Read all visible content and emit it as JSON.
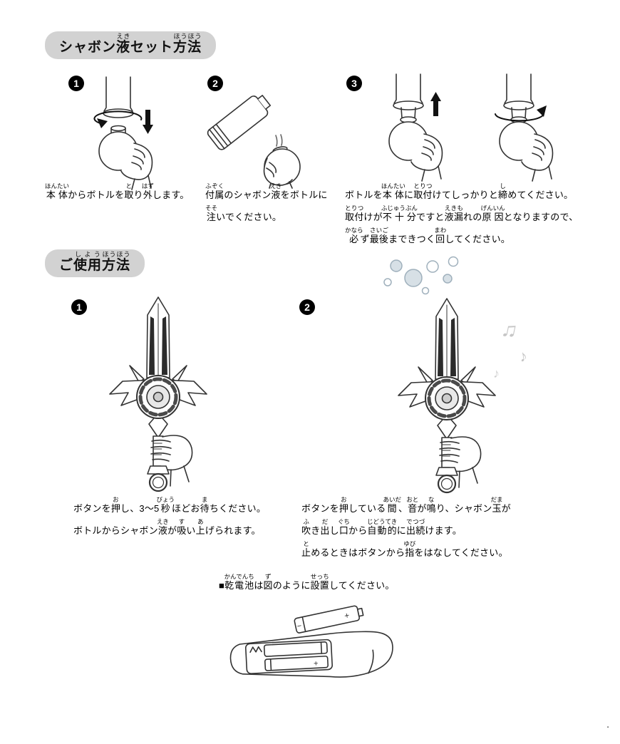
{
  "page": {
    "footer_dot": ".",
    "colors": {
      "badge_bg": "#d2d2d2",
      "line_art": "#333333",
      "solid_black": "#111111",
      "bubble_gray": "#9fb0bc",
      "music_note_gray": "#c6c6c6"
    }
  },
  "icons": {
    "music_note": "♪",
    "music_double_note": "♫"
  },
  "battery_labels": {
    "plus": "+",
    "minus": "−"
  },
  "section_setup": {
    "title": [
      [
        {
          "t": "シャボン"
        },
        {
          "t": "液",
          "r": "えき"
        },
        {
          "t": "セット"
        },
        {
          "t": "方法",
          "r": "ほうほう"
        }
      ]
    ],
    "steps": [
      {
        "number": "1",
        "caption": [
          [
            {
              "t": "本体",
              "r": "ほんたい"
            },
            {
              "t": "からボトルを"
            },
            {
              "t": "取",
              "r": "と"
            },
            {
              "t": "り"
            },
            {
              "t": "外",
              "r": "はず"
            },
            {
              "t": "します。"
            }
          ]
        ]
      },
      {
        "number": "2",
        "caption": [
          [
            {
              "t": "付属",
              "r": "ふぞく"
            },
            {
              "t": "のシャボン"
            },
            {
              "t": "液",
              "r": "えき"
            },
            {
              "t": "をボトルに"
            }
          ],
          [
            {
              "t": "注",
              "r": "そそ"
            },
            {
              "t": "いでください。"
            }
          ]
        ]
      },
      {
        "number": "3",
        "caption": [
          [
            {
              "t": "ボトルを"
            },
            {
              "t": "本体",
              "r": "ほんたい"
            },
            {
              "t": "に"
            },
            {
              "t": "取付",
              "r": "とりつ"
            },
            {
              "t": "けてしっかりと"
            },
            {
              "t": "締",
              "r": "し"
            },
            {
              "t": "めてください。"
            }
          ],
          [
            {
              "t": "取付",
              "r": "とりつ"
            },
            {
              "t": "けが"
            },
            {
              "t": "不十分",
              "r": "ふじゅうぶん"
            },
            {
              "t": "ですと"
            },
            {
              "t": "液漏",
              "r": "えきも"
            },
            {
              "t": "れの"
            },
            {
              "t": "原因",
              "r": "げんいん"
            },
            {
              "t": "となりますので、"
            }
          ],
          [
            {
              "t": "必",
              "r": "かなら"
            },
            {
              "t": "ず"
            },
            {
              "t": "最後",
              "r": "さいご"
            },
            {
              "t": "まできつく"
            },
            {
              "t": "回",
              "r": "まわ"
            },
            {
              "t": "してください。"
            }
          ]
        ]
      }
    ]
  },
  "section_usage": {
    "title": [
      [
        {
          "t": "ご"
        },
        {
          "t": "使用",
          "r": "しよう"
        },
        {
          "t": "方法",
          "r": "ほうほう"
        }
      ]
    ],
    "steps": [
      {
        "number": "1",
        "caption": [
          [
            {
              "t": "ボタンを"
            },
            {
              "t": "押",
              "r": "お"
            },
            {
              "t": "し、3～5"
            },
            {
              "t": "秒",
              "r": "びょう"
            },
            {
              "t": "ほどお"
            },
            {
              "t": "待",
              "r": "ま"
            },
            {
              "t": "ちください。"
            }
          ],
          [
            {
              "t": "ボトルからシャボン"
            },
            {
              "t": "液",
              "r": "えき"
            },
            {
              "t": "が"
            },
            {
              "t": "吸",
              "r": "す"
            },
            {
              "t": "い"
            },
            {
              "t": "上",
              "r": "あ"
            },
            {
              "t": "げられます。"
            }
          ]
        ]
      },
      {
        "number": "2",
        "caption": [
          [
            {
              "t": "ボタンを"
            },
            {
              "t": "押",
              "r": "お"
            },
            {
              "t": "している"
            },
            {
              "t": "間",
              "r": "あいだ"
            },
            {
              "t": "、"
            },
            {
              "t": "音",
              "r": "おと"
            },
            {
              "t": "が"
            },
            {
              "t": "鳴",
              "r": "な"
            },
            {
              "t": "り、シャボン"
            },
            {
              "t": "玉",
              "r": "だま"
            },
            {
              "t": "が"
            }
          ],
          [
            {
              "t": "吹",
              "r": "ふ"
            },
            {
              "t": "き"
            },
            {
              "t": "出",
              "r": "だ"
            },
            {
              "t": "し"
            },
            {
              "t": "口",
              "r": "ぐち"
            },
            {
              "t": "から"
            },
            {
              "t": "自動的",
              "r": "じどうてき"
            },
            {
              "t": "に"
            },
            {
              "t": "出続",
              "r": "でつづ"
            },
            {
              "t": "けます。"
            }
          ],
          [
            {
              "t": "止",
              "r": "と"
            },
            {
              "t": "めるときはボタンから"
            },
            {
              "t": "指",
              "r": "ゆび"
            },
            {
              "t": "をはなしてください。"
            }
          ]
        ]
      }
    ]
  },
  "battery_note": [
    [
      {
        "t": "■"
      },
      {
        "t": "乾電池",
        "r": "かんでんち"
      },
      {
        "t": "は"
      },
      {
        "t": "図",
        "r": "ず"
      },
      {
        "t": "のように"
      },
      {
        "t": "設置",
        "r": "せっち"
      },
      {
        "t": "してください。"
      }
    ]
  ]
}
